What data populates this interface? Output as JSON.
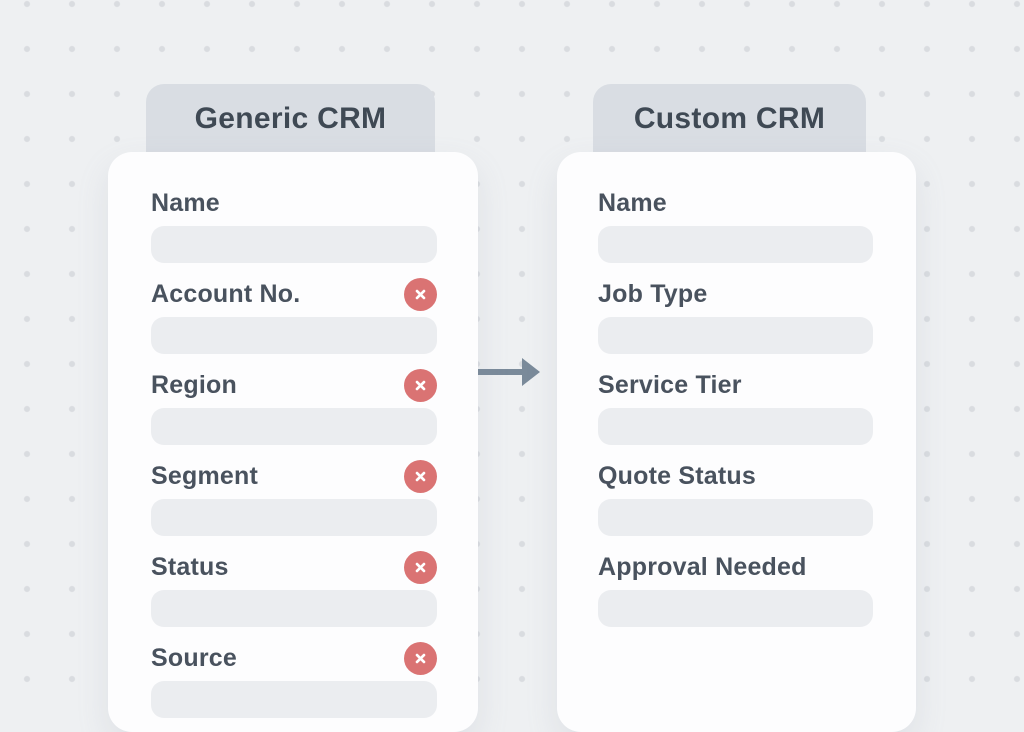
{
  "panels": [
    {
      "title": "Generic CRM",
      "fields": [
        {
          "label": "Name",
          "removed": false
        },
        {
          "label": "Account No.",
          "removed": true
        },
        {
          "label": "Region",
          "removed": true
        },
        {
          "label": "Segment",
          "removed": true
        },
        {
          "label": "Status",
          "removed": true
        },
        {
          "label": "Source",
          "removed": true
        }
      ]
    },
    {
      "title": "Custom CRM",
      "fields": [
        {
          "label": "Name",
          "removed": false
        },
        {
          "label": "Job Type",
          "removed": false
        },
        {
          "label": "Service Tier",
          "removed": false
        },
        {
          "label": "Quote Status",
          "removed": false
        },
        {
          "label": "Approval Needed",
          "removed": false
        }
      ]
    }
  ],
  "icons": {
    "remove": "x-circle-icon",
    "arrow": "arrow-right-icon"
  },
  "colors": {
    "bg": "#eef0f2",
    "dots": "#d9dce0",
    "tab": "#d9dde3",
    "title": "#3f4954",
    "card": "#fdfdfe",
    "label": "#49525e",
    "input": "#ebedf0",
    "removed": "#da7373",
    "arrow": "#7a8a9a"
  }
}
